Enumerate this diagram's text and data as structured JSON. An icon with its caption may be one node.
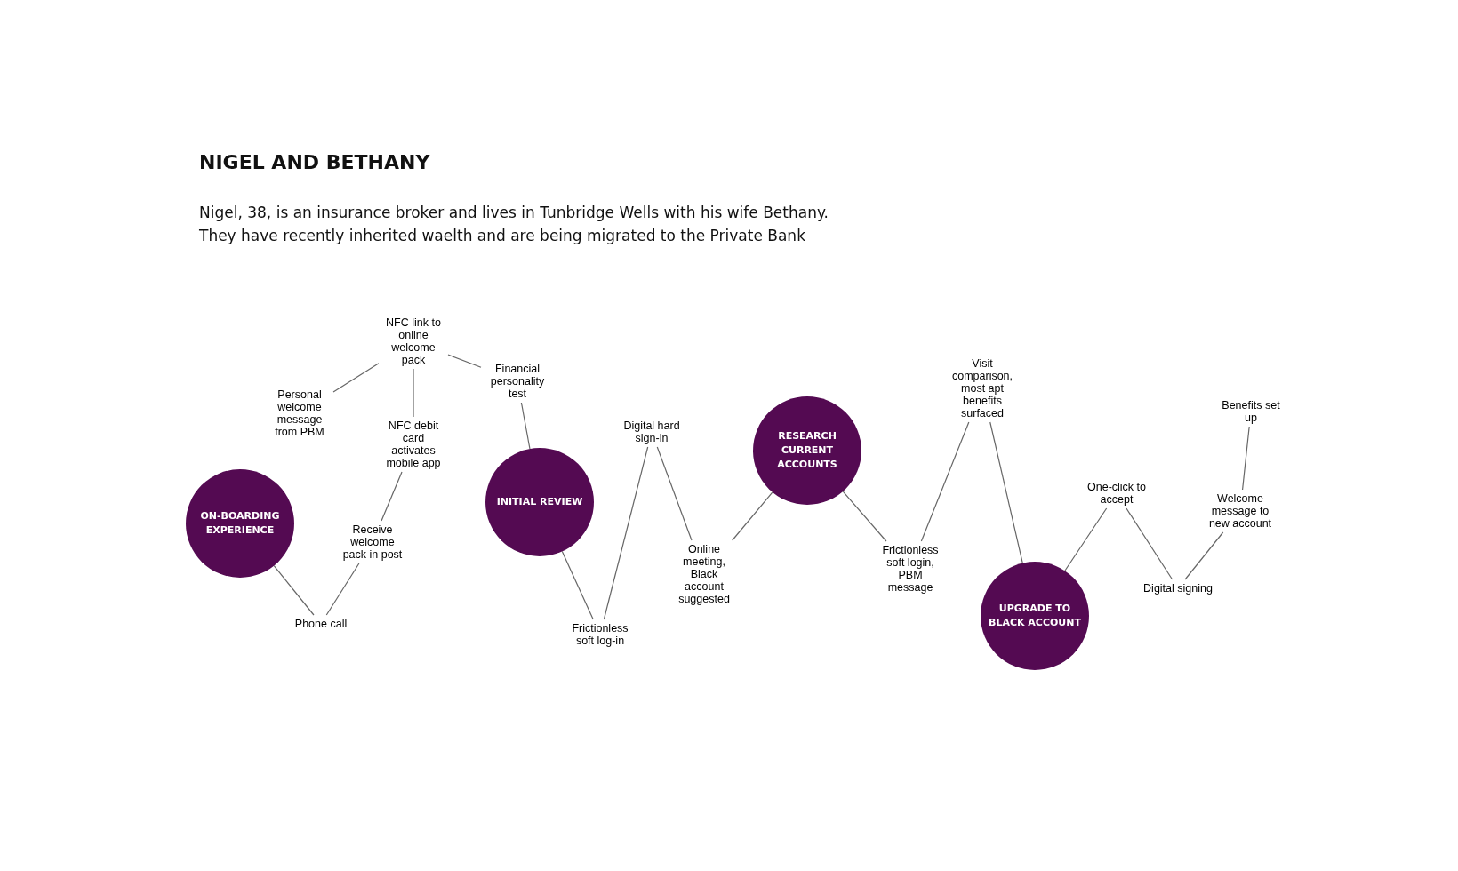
{
  "diagram": {
    "title": "NIGEL AND BETHANY",
    "caption": "Nigel, 38, is an insurance broker and lives in Tunbridge Wells with his wife Bethany. They have recently inherited waelth and are being migrated to the Private Bank",
    "nodes": [
      {
        "text": [
          "ON-BOARDING EXPERIENCE"
        ]
      },
      {
        "text": [
          "Phone call"
        ]
      },
      {
        "text": [
          "Receive welcome pack in post"
        ]
      },
      {
        "text": [
          "NFC debit card activates mobile app"
        ]
      },
      {
        "text": [
          "NFC link to online welcome pack"
        ]
      },
      {
        "text": [
          "Personal welcome message from PBM"
        ]
      },
      {
        "text": [
          "Financial personality test"
        ]
      },
      {
        "text": [
          "INITIAL REVIEW"
        ]
      },
      {
        "text": [
          "Frictionless soft log-in"
        ]
      },
      {
        "text": [
          "Digital hard sign-in"
        ]
      },
      {
        "text": [
          "Online meeting, Black account suggested"
        ]
      },
      {
        "text": [
          "RESEARCH CURRENT ACCOUNTS"
        ]
      },
      {
        "text": [
          "Frictionless soft login, PBM message"
        ]
      },
      {
        "text": [
          "Visit comparison, most apt benefits surfaced"
        ]
      },
      {
        "text": [
          "UPGRADE TO BLACK ACCOUNT"
        ]
      },
      {
        "text": [
          "One-click to accept"
        ]
      },
      {
        "text": [
          "Digital signing"
        ]
      },
      {
        "text": [
          "Welcome message to new account"
        ]
      },
      {
        "text": [
          "Benefits set up"
        ]
      }
    ],
    "edges": [
      {
        "from": 0,
        "to": 1,
        "arrow": "none"
      },
      {
        "from": 1,
        "to": 2,
        "arrow": "none"
      },
      {
        "from": 2,
        "to": 3,
        "arrow": "none"
      },
      {
        "from": 3,
        "to": 4,
        "arrow": "none"
      },
      {
        "from": 4,
        "to": 5,
        "arrow": "none"
      },
      {
        "from": 4,
        "to": 6,
        "arrow": "none"
      },
      {
        "from": 6,
        "to": 7,
        "arrow": "none"
      },
      {
        "from": 7,
        "to": 8,
        "arrow": "none"
      },
      {
        "from": 8,
        "to": 9,
        "arrow": "none"
      },
      {
        "from": 9,
        "to": 10,
        "arrow": "none"
      },
      {
        "from": 10,
        "to": 11,
        "arrow": "none"
      },
      {
        "from": 11,
        "to": 12,
        "arrow": "none"
      },
      {
        "from": 12,
        "to": 13,
        "arrow": "none"
      },
      {
        "from": 13,
        "to": 14,
        "arrow": "none"
      },
      {
        "from": 14,
        "to": 15,
        "arrow": "none"
      },
      {
        "from": 15,
        "to": 16,
        "arrow": "none"
      },
      {
        "from": 16,
        "to": 17,
        "arrow": "none"
      },
      {
        "from": 17,
        "to": 18,
        "arrow": "none"
      }
    ]
  }
}
